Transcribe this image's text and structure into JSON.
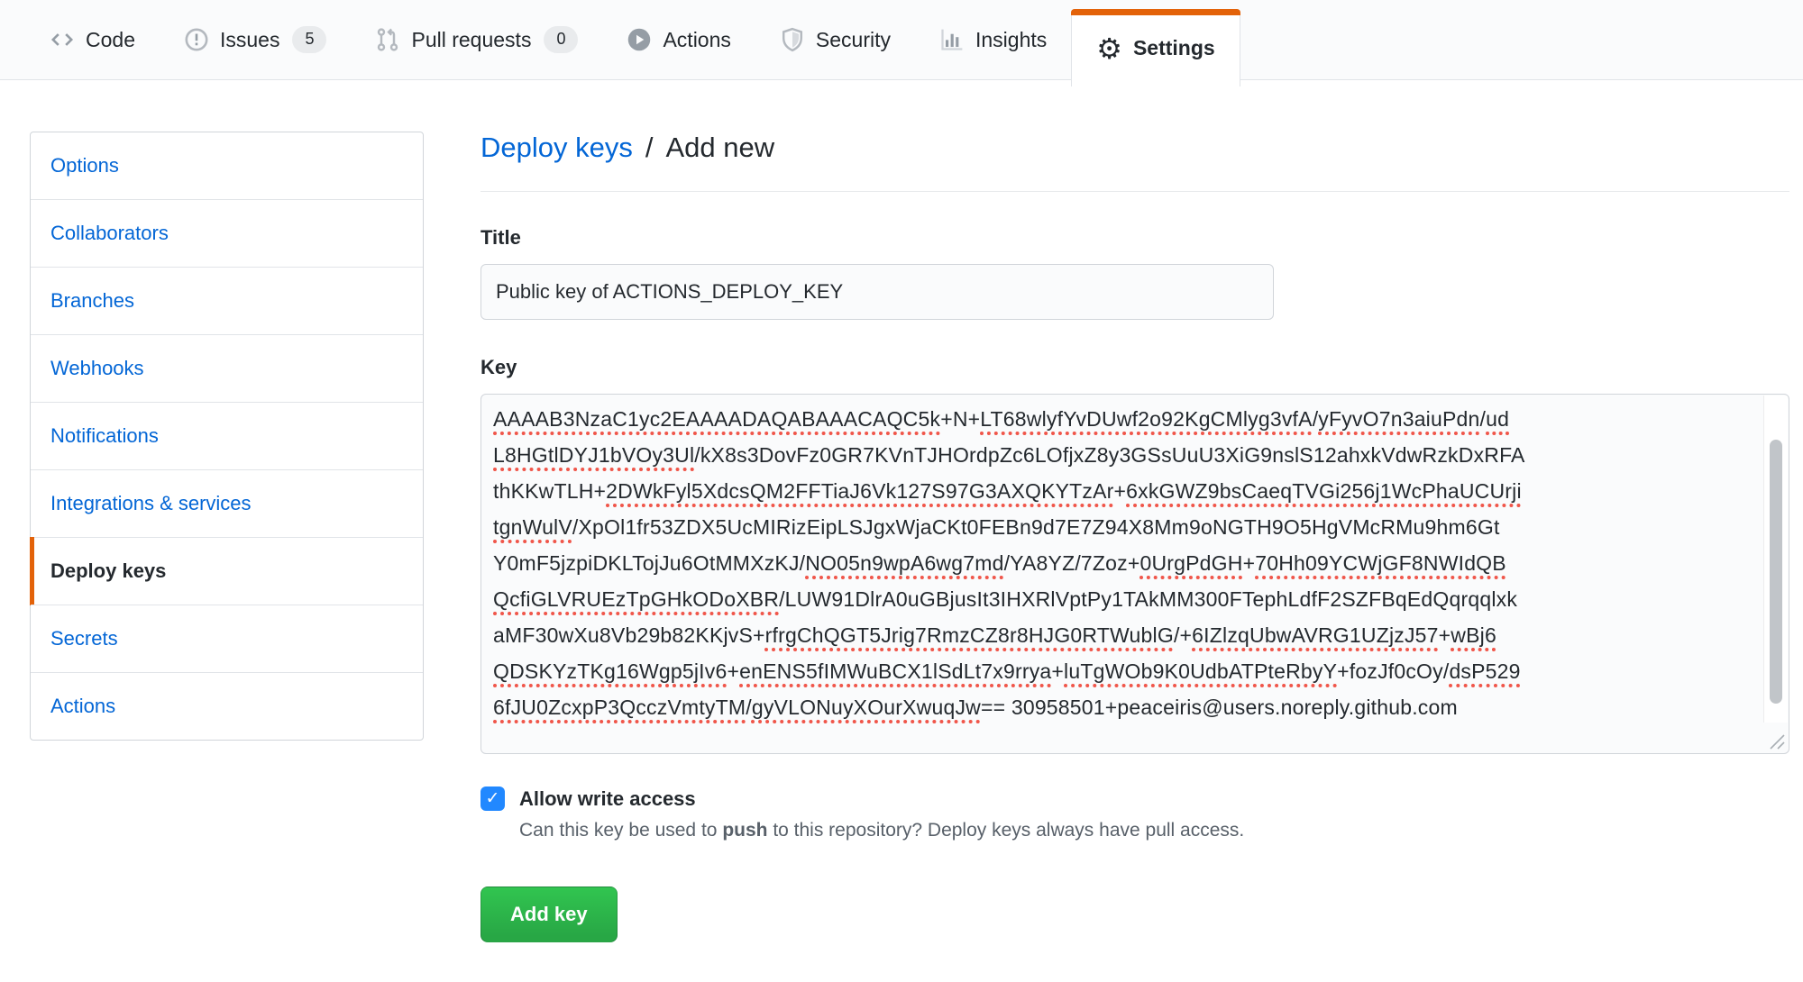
{
  "nav": {
    "items": [
      {
        "label": "Code",
        "icon": "code-icon"
      },
      {
        "label": "Issues",
        "icon": "issue-icon",
        "badge": "5"
      },
      {
        "label": "Pull requests",
        "icon": "pull-request-icon",
        "badge": "0"
      },
      {
        "label": "Actions",
        "icon": "play-icon"
      },
      {
        "label": "Security",
        "icon": "shield-icon"
      },
      {
        "label": "Insights",
        "icon": "graph-icon"
      },
      {
        "label": "Settings",
        "icon": "gear-icon",
        "active": true
      }
    ]
  },
  "sidebar": {
    "items": [
      {
        "label": "Options"
      },
      {
        "label": "Collaborators"
      },
      {
        "label": "Branches"
      },
      {
        "label": "Webhooks"
      },
      {
        "label": "Notifications"
      },
      {
        "label": "Integrations & services"
      },
      {
        "label": "Deploy keys",
        "active": true
      },
      {
        "label": "Secrets"
      },
      {
        "label": "Actions"
      }
    ]
  },
  "main": {
    "breadcrumb": {
      "link": "Deploy keys",
      "separator": "/",
      "current": "Add new"
    },
    "title_field": {
      "label": "Title",
      "value": "Public key of ACTIONS_DEPLOY_KEY"
    },
    "key_field": {
      "label": "Key",
      "lines": [
        [
          {
            "t": "AAAAB3NzaC1yc2EAAAADAQABAAACAQC5k",
            "m": true
          },
          {
            "t": "+N+",
            "m": false
          },
          {
            "t": "LT68wlyfYvDUwf2o92KgCMlyg3vfA",
            "m": true
          },
          {
            "t": "/",
            "m": false
          },
          {
            "t": "yFyvO7n3aiuPdn",
            "m": true
          },
          {
            "t": "/",
            "m": false
          },
          {
            "t": "ud",
            "m": true
          }
        ],
        [
          {
            "t": "L8HGtlDYJ1bVOy3Ul",
            "m": true
          },
          {
            "t": "/kX8s3DovFz0GR7KVnTJHOrdpZc6LOfjxZ8y3GSsUuU3XiG9nslS12ahxkVdwRzkDxRFA",
            "m": false
          }
        ],
        [
          {
            "t": "thKKwTLH+",
            "m": false
          },
          {
            "t": "2DWkFyl5XdcsQM2FFTiaJ6Vk127S97G3AXQKYTzAr",
            "m": true
          },
          {
            "t": "+",
            "m": false
          },
          {
            "t": "6xkGWZ9bsCaeqTVGi256j1WcPhaUCUrji",
            "m": true
          }
        ],
        [
          {
            "t": "tgnWulV",
            "m": true
          },
          {
            "t": "/XpOl1fr53ZDX5UcMIRizEipLSJgxWjaCKt0FEBn9d7E7Z94X8Mm9oNGTH9O5HgVMcRMu9hm6Gt",
            "m": false
          }
        ],
        [
          {
            "t": "Y0mF5jzpiDKLTojJu6OtMMXzKJ/",
            "m": false
          },
          {
            "t": "NO05n9wpA6wg7md",
            "m": true
          },
          {
            "t": "/YA8YZ/7Zoz+",
            "m": false
          },
          {
            "t": "0UrgPdGH",
            "m": true
          },
          {
            "t": "+",
            "m": false
          },
          {
            "t": "70Hh09YCWjGF8NWIdQB",
            "m": true
          }
        ],
        [
          {
            "t": "QcfiGLVRUEzTpGHkODoXBR",
            "m": true
          },
          {
            "t": "/LUW91DlrA0uGBjusIt3IHXRlVptPy1TAkMM300FTephLdfF2SZFBqEdQqrqqlxk",
            "m": false
          }
        ],
        [
          {
            "t": "aMF30wXu8Vb29b82KKjvS+",
            "m": false
          },
          {
            "t": "rfrgChQGT5Jrig7RmzCZ8r8HJG0RTWublG",
            "m": true
          },
          {
            "t": "/+",
            "m": false
          },
          {
            "t": "6IZlzqUbwAVRG1UZjzJ57",
            "m": true
          },
          {
            "t": "+",
            "m": false
          },
          {
            "t": "wBj6",
            "m": true
          }
        ],
        [
          {
            "t": "QDSKYzTKg16Wgp5jIv6",
            "m": true
          },
          {
            "t": "+",
            "m": false
          },
          {
            "t": "enENS5fIMWuBCX1lSdLt7x9rrya",
            "m": true
          },
          {
            "t": "+",
            "m": false
          },
          {
            "t": "luTgWOb9K0UdbATPteRbyY",
            "m": true
          },
          {
            "t": "+fozJf0cOy/",
            "m": false
          },
          {
            "t": "dsP529",
            "m": true
          }
        ],
        [
          {
            "t": "6fJU0ZcxpP3QcczVmtyTM",
            "m": true
          },
          {
            "t": "/",
            "m": false
          },
          {
            "t": "gyVLONuyXOurXwuqJw",
            "m": true
          },
          {
            "t": "== 30958501+peaceiris@users.noreply.github.com",
            "m": false
          }
        ]
      ]
    },
    "write_access": {
      "label": "Allow write access",
      "checked": true,
      "help_before": "Can this key be used to ",
      "help_bold": "push",
      "help_after": " to this repository? Deploy keys always have pull access."
    },
    "submit_label": "Add key"
  },
  "colors": {
    "accent_orange": "#e36209",
    "link_blue": "#0366d6",
    "text_dark": "#24292e",
    "text_muted": "#586069",
    "button_green": "#28a745",
    "checkbox_blue": "#2188ff",
    "misspell_red": "#f0564a",
    "nav_background": "#fafbfc",
    "field_background": "#fafbfc",
    "border_gray": "#d1d5da"
  }
}
